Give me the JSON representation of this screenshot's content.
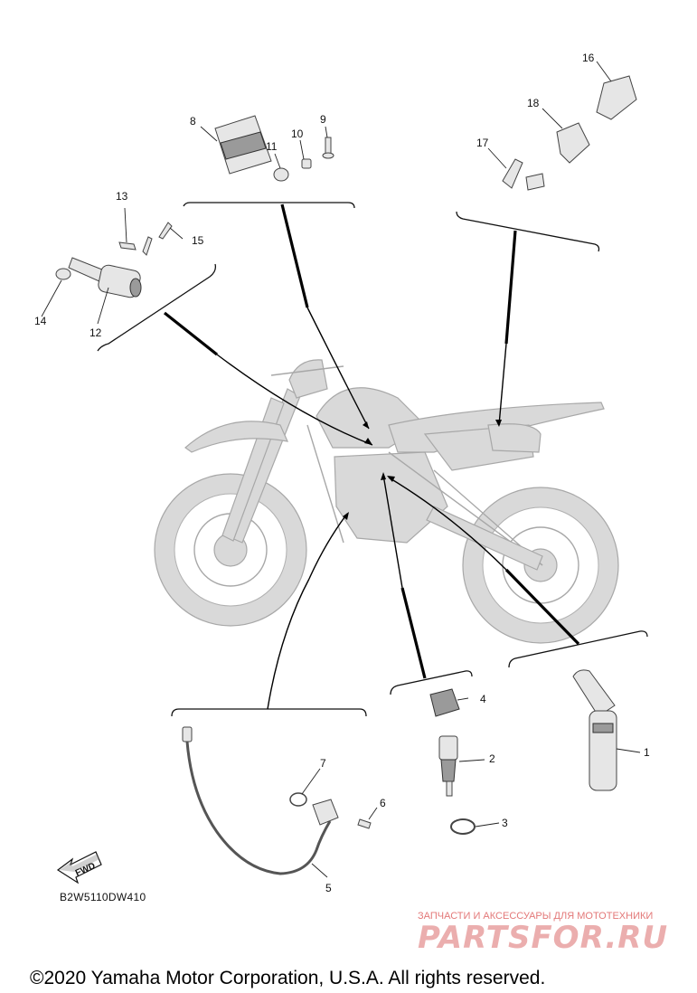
{
  "callouts": {
    "c1": "1",
    "c2": "2",
    "c3": "3",
    "c4": "4",
    "c5": "5",
    "c6": "6",
    "c7": "7",
    "c8": "8",
    "c9": "9",
    "c10": "10",
    "c11": "11",
    "c12": "12",
    "c13": "13",
    "c14": "14",
    "c15": "15",
    "c16": "16",
    "c17": "17",
    "c18": "18"
  },
  "diagram_code": "B2W5110DW410",
  "fwd_label": "FWD",
  "watermark": {
    "tagline": "ЗАПЧАСТИ И АКСЕССУАРЫ ДЛЯ МОТОТЕХНИКИ",
    "brand": "PARTSFOR.RU"
  },
  "copyright": "©2020 Yamaha Motor Corporation, U.S.A. All rights reserved."
}
